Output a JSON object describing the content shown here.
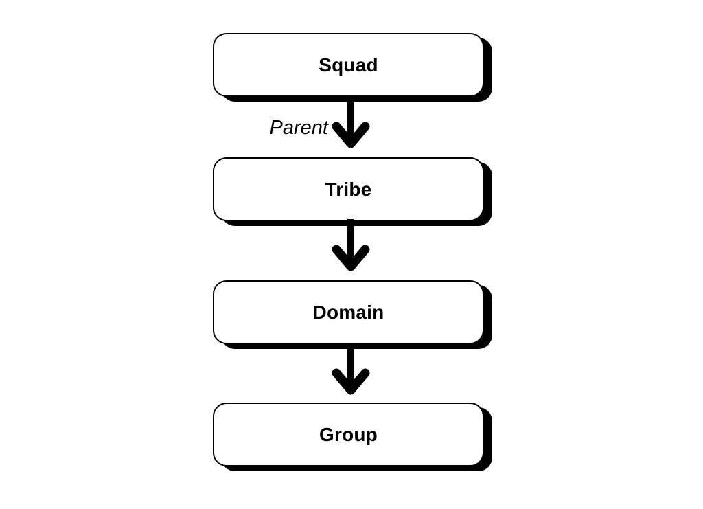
{
  "theme": {
    "ink": "#000000",
    "fill": "#ffffff",
    "bg": "#ffffff"
  },
  "diagram": {
    "nodes": [
      {
        "id": "squad",
        "label": "Squad"
      },
      {
        "id": "tribe",
        "label": "Tribe"
      },
      {
        "id": "domain",
        "label": "Domain"
      },
      {
        "id": "group",
        "label": "Group"
      }
    ],
    "edges": [
      {
        "label": "Parent"
      },
      {
        "label": ""
      },
      {
        "label": ""
      }
    ]
  }
}
